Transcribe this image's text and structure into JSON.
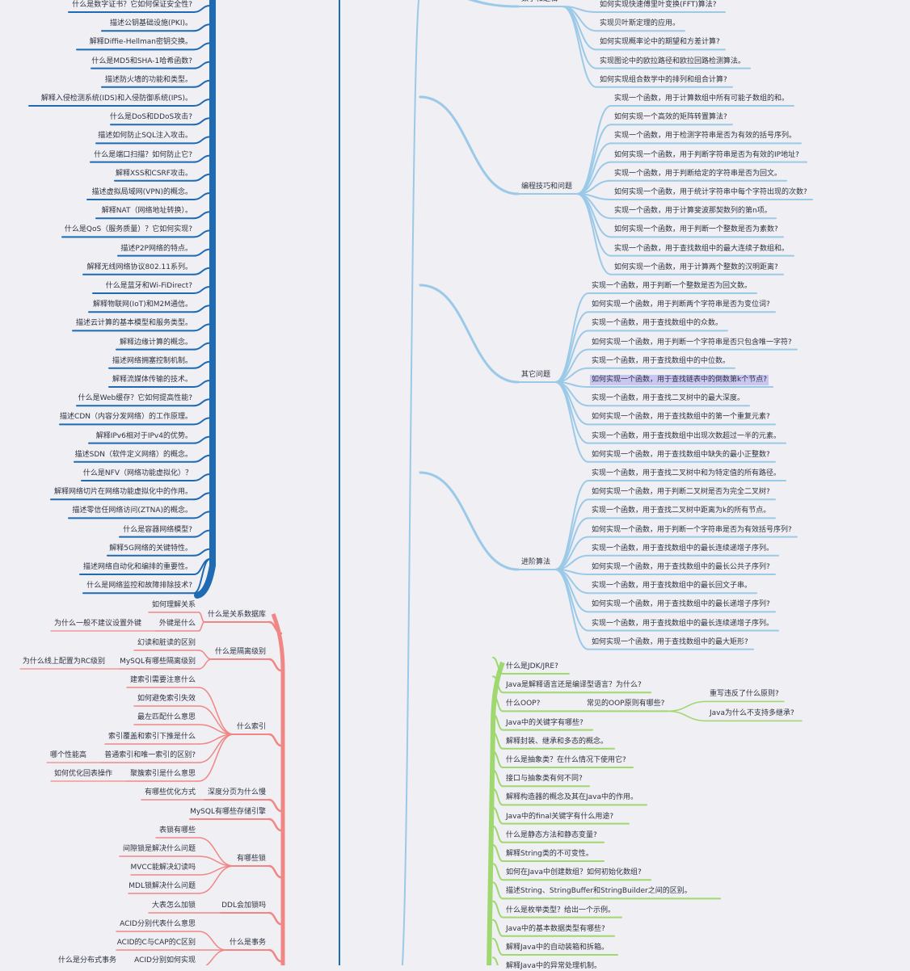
{
  "colors": {
    "network": "#1e6ab3",
    "mysql": "#f08785",
    "algo": "#9bc9e8",
    "java": "#9fd86f",
    "highlight": "#c9c6f2",
    "background": "#efeff4",
    "text": "#2e3340"
  },
  "network_items": [
    "什么是数字证书？它如何保证安全性?",
    "描述公钥基础设施(PKI)。",
    "解释Diffie-Hellman密钥交换。",
    "什么是MD5和SHA-1哈希函数?",
    "描述防火墙的功能和类型。",
    "解释入侵检测系统(IDS)和入侵防御系统(IPS)。",
    "什么是DoS和DDoS攻击?",
    "描述如何防止SQL注入攻击。",
    "什么是端口扫描？如何防止它?",
    "解释XSS和CSRF攻击。",
    "描述虚拟局域网(VPN)的概念。",
    "解释NAT（网络地址转换）。",
    "什么是QoS（服务质量）？它如何实现?",
    "描述P2P网络的特点。",
    "解释无线网络协议802.11系列。",
    "什么是蓝牙和Wi-FiDirect?",
    "解释物联网(IoT)和M2M通信。",
    "描述云计算的基本模型和服务类型。",
    "解释边缘计算的概念。",
    "描述网络拥塞控制机制。",
    "解释流媒体传输的技术。",
    "什么是Web缓存？它如何提高性能?",
    "描述CDN（内容分发网络）的工作原理。",
    "解释IPv6相对于IPv4的优势。",
    "描述SDN（软件定义网络）的概念。",
    "什么是NFV（网络功能虚拟化）？",
    "解释网络切片在网络功能虚拟化中的作用。",
    "描述零信任网络访问(ZTNA)的概念。",
    "什么是容器网络模型?",
    "解释5G网络的关键特性。",
    "描述网络自动化和编排的重要性。",
    "什么是网络监控和故障排除技术?"
  ],
  "mysql_groups": [
    {
      "name": "什么是关系数据库",
      "children": [
        {
          "text": "如何理解关系"
        },
        {
          "text": "外键是什么",
          "children": [
            "为什么一般不建议设置外键"
          ]
        }
      ]
    },
    {
      "name": "什么是隔离级别",
      "children": [
        {
          "text": "幻读和脏读的区别"
        },
        {
          "text": "MySQL有哪些隔离级别",
          "children": [
            "为什么线上配置为RC级别"
          ]
        }
      ]
    },
    {
      "name": "什么索引",
      "children": [
        {
          "text": "建索引需要注意什么"
        },
        {
          "text": "如何避免索引失效"
        },
        {
          "text": "最左匹配什么意思"
        },
        {
          "text": "索引覆盖和索引下推是什么"
        },
        {
          "text": "普通索引和唯一索引的区别?",
          "children": [
            "哪个性能高"
          ]
        },
        {
          "text": "聚簇索引是什么意思",
          "children": [
            "如何优化回表操作"
          ]
        }
      ]
    },
    {
      "name": "深度分页为什么慢",
      "children": [
        {
          "text": "有哪些优化方式"
        }
      ]
    },
    {
      "name": "MySQL有哪些存储引擎",
      "children": []
    },
    {
      "name": "有哪些锁",
      "children": [
        {
          "text": "表锁有哪些"
        },
        {
          "text": "间隙锁是解决什么问题"
        },
        {
          "text": "MVCC能解决幻读吗"
        },
        {
          "text": "MDL锁解决什么问题"
        }
      ]
    },
    {
      "name": "DDL会加锁吗",
      "children": [
        {
          "text": "大表怎么加锁"
        }
      ]
    },
    {
      "name": "什么是事务",
      "children": [
        {
          "text": "ACID分别代表什么意思"
        },
        {
          "text": "ACID的C与CAP的C区别"
        },
        {
          "text": "ACID分别如何实现",
          "children": [
            "什么是分布式事务"
          ]
        }
      ]
    }
  ],
  "algo_groups": [
    {
      "name": "数学和逻辑",
      "children": [
        "如何实现快速傅里叶变换(FFT)算法?",
        "实现贝叶斯定理的应用。",
        "如何实现概率论中的期望和方差计算?",
        "实现图论中的欧拉路径和欧拉回路检测算法。",
        "如何实现组合数学中的排列和组合计算?"
      ]
    },
    {
      "name": "编程技巧和问题",
      "children": [
        "实现一个函数，用于计算数组中所有可能子数组的和。",
        "如何实现一个高效的矩阵转置算法?",
        "实现一个函数，用于检测字符串是否为有效的括号序列。",
        "如何实现一个函数，用于判断字符串是否为有效的IP地址?",
        "实现一个函数，用于判断给定的字符串是否为回文。",
        "如何实现一个函数，用于统计字符串中每个字符出现的次数?",
        "实现一个函数，用于计算斐波那契数列的第n项。",
        "如何实现一个函数，用于判断一个整数是否为素数?",
        "实现一个函数，用于查找数组中的最大连续子数组和。",
        "如何实现一个函数，用于计算两个整数的汉明距离?"
      ]
    },
    {
      "name": "其它问题",
      "children": [
        "实现一个函数，用于判断一个整数是否为回文数。",
        "如何实现一个函数，用于判断两个字符串是否为变位词?",
        "实现一个函数，用于查找数组中的众数。",
        "如何实现一个函数，用于判断一个字符串是否只包含唯一字符?",
        "实现一个函数，用于查找数组中的中位数。",
        "如何实现一个函数，用于查找链表中的倒数第k个节点?",
        "实现一个函数，用于查找二叉树中的最大深度。",
        "如何实现一个函数，用于查找数组中的第一个重复元素?",
        "实现一个函数，用于查找数组中出现次数超过一半的元素。",
        "如何实现一个函数，用于查找数组中缺失的最小正整数?"
      ]
    },
    {
      "name": "进阶算法",
      "children": [
        "实现一个函数，用于查找二叉树中和为特定值的所有路径。",
        "如何实现一个函数，用于判断二叉树是否为完全二叉树?",
        "实现一个函数，用于查找二叉树中距离为k的所有节点。",
        "如何实现一个函数，用于判断一个字符串是否为有效括号序列?",
        "实现一个函数，用于查找数组中的最长连续递增子序列。",
        "如何实现一个函数，用于查找数组中的最长公共子序列?",
        "实现一个函数，用于查找数组中的最长回文子串。",
        "如何实现一个函数，用于查找数组中的最长递增子序列?",
        "实现一个函数，用于查找数组中的最长连续递增子序列。",
        "如何实现一个函数，用于查找数组中的最大矩形?"
      ]
    }
  ],
  "algo_highlighted": "如何实现一个函数，用于查找链表中的倒数第k个节点?",
  "java_items": [
    {
      "text": "什么是JDK/JRE?"
    },
    {
      "text": "Java是解释语言还是编译型语言？为什么?"
    },
    {
      "text": "什么OOP?",
      "children": [
        {
          "text": "常见的OOP原则有哪些?",
          "children": [
            "重写违反了什么原则?",
            "Java为什么不支持多继承?"
          ]
        }
      ]
    },
    {
      "text": "Java中的关键字有哪些?"
    },
    {
      "text": "解释封装、继承和多态的概念。"
    },
    {
      "text": "什么是抽象类？在什么情况下使用它?"
    },
    {
      "text": "接口与抽象类有何不同?"
    },
    {
      "text": "解释构造器的概念及其在Java中的作用。"
    },
    {
      "text": "Java中的final关键字有什么用途?"
    },
    {
      "text": "什么是静态方法和静态变量?"
    },
    {
      "text": "解释String类的不可变性。"
    },
    {
      "text": "如何在Java中创建数组？如何初始化数组?"
    },
    {
      "text": "描述String、StringBuffer和StringBuilder之间的区别。"
    },
    {
      "text": "什么是枚举类型？给出一个示例。"
    },
    {
      "text": "Java中的基本数据类型有哪些?"
    },
    {
      "text": "解释Java中的自动装箱和拆箱。"
    },
    {
      "text": "解释Java中的异常处理机制。"
    }
  ]
}
